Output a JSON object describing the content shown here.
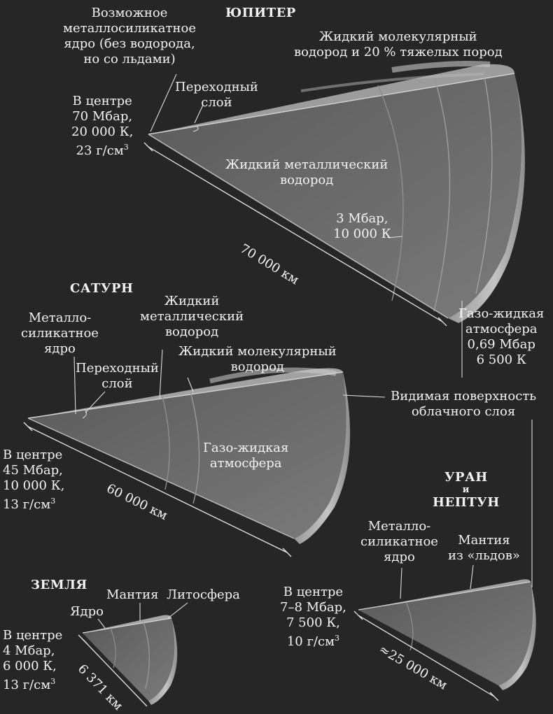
{
  "jupiter": {
    "title": "ЮПИТЕР",
    "core_label": [
      "Возможное",
      "металлосиликатное",
      "ядро (без водорода,",
      "но со льдами)"
    ],
    "transition_label": [
      "Переходный",
      "слой"
    ],
    "molecular_label": [
      "Жидкий молекулярный",
      "водород и 20 % тяжелых пород"
    ],
    "center_label": [
      "В центре",
      "70 Мбар,",
      "20 000 К,",
      "23 г/см"
    ],
    "metallic_label": [
      "Жидкий металлический",
      "водород"
    ],
    "boundary_label": [
      "3 Мбар,",
      "10 000 К"
    ],
    "radius_label": "70 000 км",
    "atmosphere_label": [
      "Газо-жидкая",
      "атмосфера",
      "0,69 Мбар",
      "6 500 К"
    ]
  },
  "saturn": {
    "title": "САТУРН",
    "core_label": [
      "Металло-",
      "силикатное",
      "ядро"
    ],
    "metallic_label": [
      "Жидкий",
      "металлический",
      "водород"
    ],
    "molecular_label": [
      "Жидкий молекулярный",
      "водород"
    ],
    "transition_label": [
      "Переходный",
      "слой"
    ],
    "atmosphere_label": [
      "Газо-жидкая",
      "атмосфера"
    ],
    "center_label": [
      "В центре",
      "45 Мбар,",
      "10 000 К,",
      "13 г/см"
    ],
    "radius_label": "60 000 км"
  },
  "cloud_surface_label": [
    "Видимая поверхность",
    "облачного слоя"
  ],
  "uranus_neptune": {
    "title_top": "УРАН",
    "title_and": "и",
    "title_bottom": "НЕПТУН",
    "core_label": [
      "Металло-",
      "силикатное",
      "ядро"
    ],
    "mantle_label": [
      "Мантия",
      "из «льдов»"
    ],
    "center_label": [
      "В центре",
      "7–8 Мбар,",
      "7 500 К,",
      "10 г/см"
    ],
    "radius_label": "≈25 000 км"
  },
  "earth": {
    "title": "ЗЕМЛЯ",
    "mantle_label": "Мантия",
    "lithosphere_label": "Литосфера",
    "core_label": "Ядро",
    "center_label": [
      "В центре",
      "4 Мбар,",
      "6 000 К,",
      "13 г/см"
    ],
    "radius_label": "6 371 км"
  },
  "density_superscript": "3",
  "colors": {
    "background": "#262626",
    "text": "#f2f2f2",
    "cut_face": "#6a6a6a",
    "outer_surface": "#aaaaaa",
    "rim_light": "#d9d9d9"
  }
}
